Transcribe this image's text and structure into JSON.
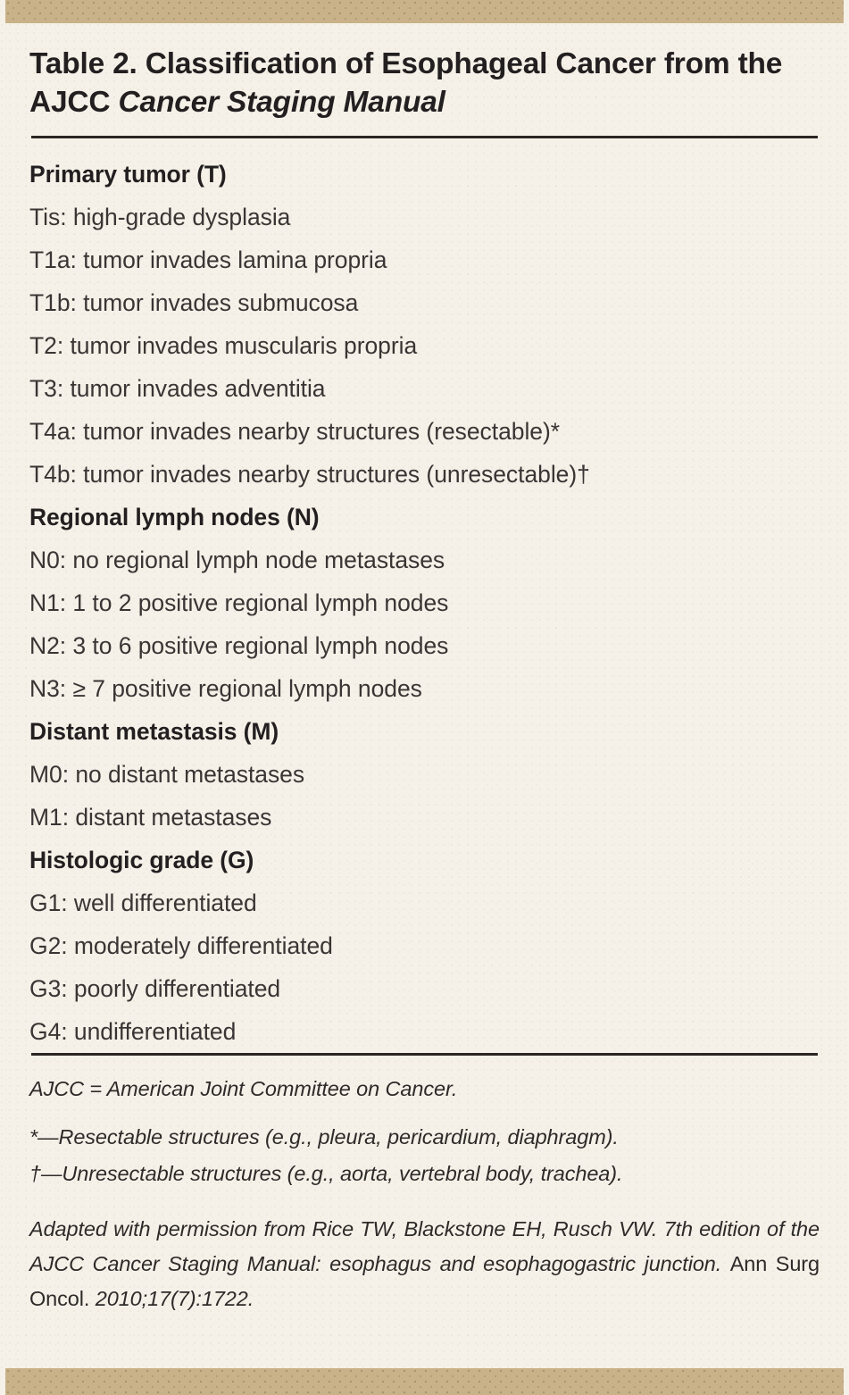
{
  "colors": {
    "paper": "#f6f1e8",
    "edge_bar": "#c9b289",
    "text": "#231f20",
    "rule": "#2b2623"
  },
  "title": {
    "prefix": "Table 2. Classification of Esophageal Cancer from the AJCC ",
    "italic": "Cancer Staging Manual"
  },
  "sections": [
    {
      "heading": "Primary tumor (T)",
      "items": [
        "Tis: high-grade dysplasia",
        "T1a: tumor invades lamina propria",
        "T1b: tumor invades submucosa",
        "T2: tumor invades muscularis propria",
        "T3: tumor invades adventitia",
        "T4a: tumor invades nearby structures (resectable)*",
        "T4b: tumor invades nearby structures (unresectable)†"
      ]
    },
    {
      "heading": "Regional lymph nodes (N)",
      "items": [
        "N0: no regional lymph node metastases",
        "N1: 1 to 2 positive regional lymph nodes",
        "N2: 3 to 6 positive regional lymph nodes",
        "N3: ≥ 7 positive regional lymph nodes"
      ]
    },
    {
      "heading": "Distant metastasis (M)",
      "items": [
        "M0: no distant metastases",
        "M1: distant metastases"
      ]
    },
    {
      "heading": "Histologic grade (G)",
      "items": [
        "G1: well differentiated",
        "G2: moderately differentiated",
        "G3: poorly differentiated",
        "G4: undifferentiated"
      ]
    }
  ],
  "footnotes": {
    "abbreviation": "AJCC = American Joint Committee on Cancer.",
    "star": "*—Resectable structures (e.g., pleura, pericardium, diaphragm).",
    "dagger": "†—Unresectable structures (e.g., aorta, vertebral body, trachea)."
  },
  "citation": {
    "lead": "Adapted with permission from Rice TW, Blackstone EH, Rusch VW. 7th edition of the AJCC Cancer Staging Manual: esophagus and esophagogastric junction. ",
    "journal": "Ann Surg Oncol.",
    "tail": " 2010;17(7):1722."
  }
}
